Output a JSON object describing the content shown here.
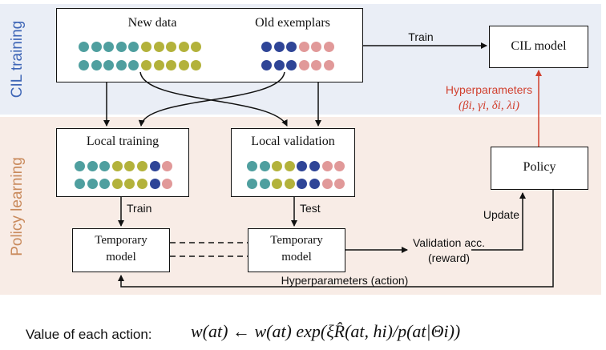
{
  "colors": {
    "teal": "#4f9f9f",
    "olive": "#b3b23b",
    "navy": "#2f4597",
    "pink": "#e19999",
    "hyper_red": "#d1402f",
    "cil_blue": "#3f66b6",
    "policy_tan": "#c98a5c"
  },
  "sections": {
    "cil_training": "CIL training",
    "policy_learning": "Policy learning"
  },
  "boxes": {
    "new_data": "New data",
    "old_exemplars": "Old exemplars",
    "cil_model": "CIL model",
    "local_training": "Local training",
    "local_validation": "Local validation",
    "policy": "Policy",
    "temp_model_1_line1": "Temporary",
    "temp_model_1_line2": "model",
    "temp_model_2_line1": "Temporary",
    "temp_model_2_line2": "model"
  },
  "edges": {
    "train_top": "Train",
    "train_local": "Train",
    "test": "Test",
    "update": "Update",
    "validation_acc": "Validation acc.",
    "reward": "(reward)",
    "hyperparameters_action": "Hyperparameters (action)",
    "hyperparameters": "Hyperparameters",
    "hyper_symbols": "(βi, γi, δi, λi)"
  },
  "formula": {
    "label": "Value of each action:",
    "expression": "w(at) ← w(at) exp(ξR̂(at, hi)/p(at|Θi))"
  },
  "dot_rows": {
    "top_new_row1": [
      "teal",
      "teal",
      "teal",
      "teal",
      "teal",
      "olive",
      "olive",
      "olive",
      "olive",
      "olive"
    ],
    "top_new_row2": [
      "teal",
      "teal",
      "teal",
      "teal",
      "teal",
      "olive",
      "olive",
      "olive",
      "olive",
      "olive"
    ],
    "top_old_row1": [
      "navy",
      "navy",
      "navy",
      "pink",
      "pink",
      "pink"
    ],
    "top_old_row2": [
      "navy",
      "navy",
      "navy",
      "pink",
      "pink",
      "pink"
    ],
    "local_train_row1": [
      "teal",
      "teal",
      "teal",
      "olive",
      "olive",
      "olive",
      "navy",
      "pink"
    ],
    "local_train_row2": [
      "teal",
      "teal",
      "teal",
      "olive",
      "olive",
      "olive",
      "navy",
      "pink"
    ],
    "local_val_row1": [
      "teal",
      "teal",
      "olive",
      "olive",
      "navy",
      "navy",
      "pink",
      "pink"
    ],
    "local_val_row2": [
      "teal",
      "teal",
      "olive",
      "olive",
      "navy",
      "navy",
      "pink",
      "pink"
    ]
  }
}
